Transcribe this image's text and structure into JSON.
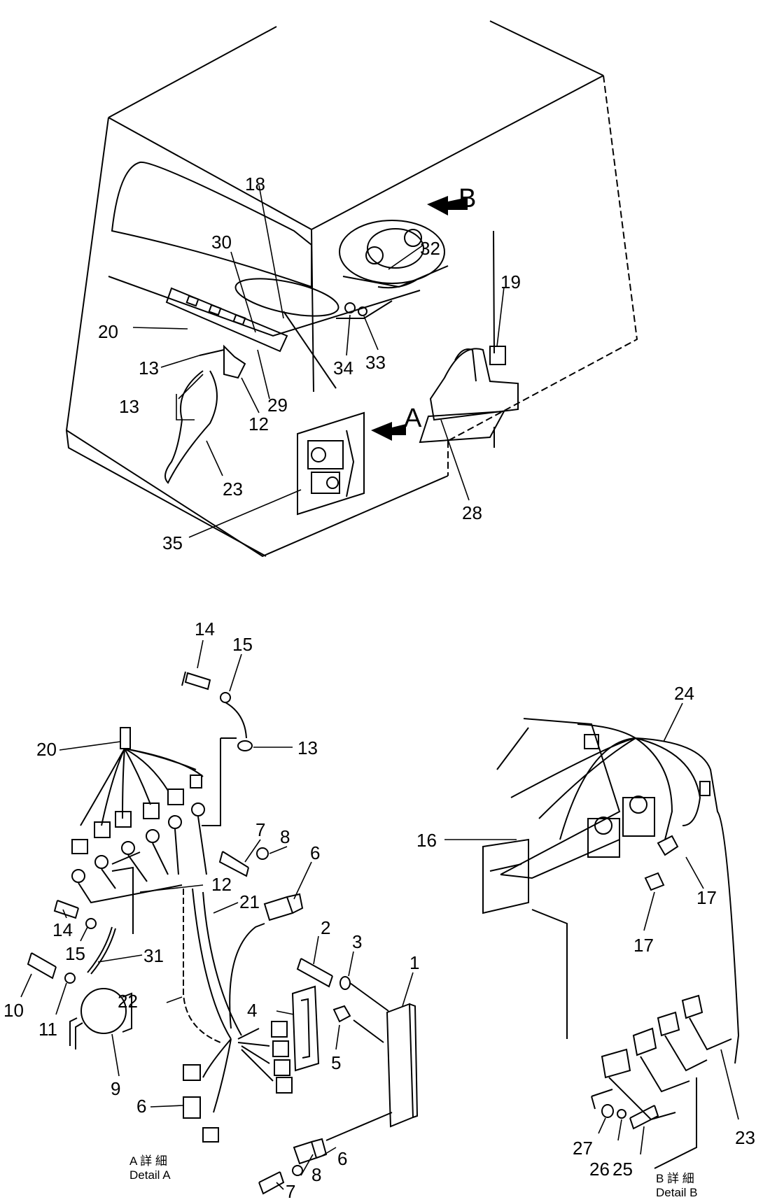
{
  "views": {
    "overview": {
      "callouts": [
        "18",
        "30",
        "20",
        "13",
        "13",
        "12",
        "29",
        "23",
        "35",
        "32",
        "34",
        "33",
        "19",
        "28"
      ],
      "view_arrow_b": "B",
      "view_arrow_a": "A"
    },
    "detail_a": {
      "callouts": [
        "14",
        "15",
        "13",
        "20",
        "7",
        "8",
        "6",
        "12",
        "21",
        "14",
        "15",
        "31",
        "10",
        "11",
        "22",
        "2",
        "3",
        "1",
        "4",
        "5",
        "9",
        "6",
        "6",
        "8",
        "7"
      ],
      "caption_native": "A 詳 細",
      "caption": "Detail A"
    },
    "detail_b": {
      "callouts": [
        "24",
        "16",
        "17",
        "17",
        "27",
        "26",
        "25",
        "23"
      ],
      "caption_native": "B 詳 細",
      "caption": "Detail B"
    }
  },
  "colors": {
    "ink": "#000000",
    "paper": "#ffffff"
  }
}
